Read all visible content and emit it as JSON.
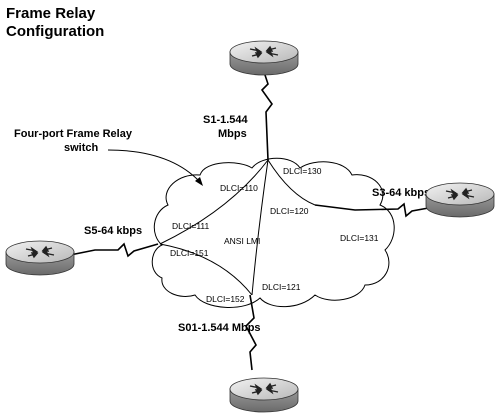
{
  "title": {
    "line1": "Frame Relay",
    "line2": "Configuration"
  },
  "switch_label": {
    "line1": "Four-port Frame Relay",
    "line2": "switch"
  },
  "ports": {
    "s1": {
      "line1": "S1-1.544",
      "line2": "Mbps"
    },
    "s3": "S3-64 kbps",
    "s5": "S5-64 kbps",
    "s01": "S01-1.544 Mbps"
  },
  "dlci": {
    "d110": "DLCI=110",
    "d111": "DLCI=111",
    "d120": "DLCI=120",
    "d121": "DLCI=121",
    "d130": "DLCI=130",
    "d131": "DLCI=131",
    "d151": "DLCI=151",
    "d152": "DLCI=152"
  },
  "lmi_label": "ANSI LMI",
  "colors": {
    "router_top": "#d4d4d4",
    "router_side": "#8e8e8e",
    "cloud": "#ffffff",
    "line": "#000000"
  }
}
